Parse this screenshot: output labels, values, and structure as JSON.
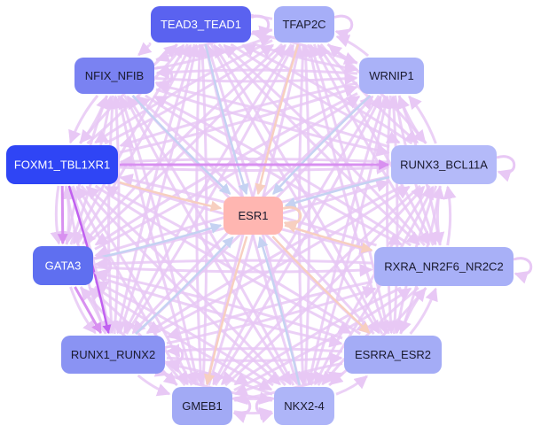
{
  "graph": {
    "colors": {
      "edge_default": "#e8c8f5",
      "edge_blue": "#c5d2f2",
      "edge_peach": "#f7cfc0",
      "edge_strong": "#c060f0",
      "edge_medium": "#d890f0",
      "text_light": "#ffffff",
      "text_dark": "#1a1a2e"
    },
    "nodes": [
      {
        "id": "tead3",
        "label": "TEAD3_TEAD1",
        "fill": "#5a62f0",
        "text": "light",
        "self_loop": "right"
      },
      {
        "id": "tfap2c",
        "label": "TFAP2C",
        "fill": "#a6aef8",
        "text": "dark",
        "self_loop": "right"
      },
      {
        "id": "nfix",
        "label": "NFIX_NFIB",
        "fill": "#7a82f2",
        "text": "dark",
        "self_loop": "right"
      },
      {
        "id": "wrnip1",
        "label": "WRNIP1",
        "fill": "#aab2f8",
        "text": "dark",
        "self_loop": ""
      },
      {
        "id": "foxm1",
        "label": "FOXM1_TBL1XR1",
        "fill": "#2f45f5",
        "text": "light",
        "self_loop": ""
      },
      {
        "id": "runx3",
        "label": "RUNX3_BCL11A",
        "fill": "#b4baf9",
        "text": "dark",
        "self_loop": "right"
      },
      {
        "id": "esr1",
        "label": "ESR1",
        "fill": "#ffb6b1",
        "text": "dark",
        "self_loop": "right"
      },
      {
        "id": "gata3",
        "label": "GATA3",
        "fill": "#5f6ff0",
        "text": "light",
        "self_loop": "right"
      },
      {
        "id": "rxra",
        "label": "RXRA_NR2F6_NR2C2",
        "fill": "#a8b0f7",
        "text": "dark",
        "self_loop": "right"
      },
      {
        "id": "runx1",
        "label": "RUNX1_RUNX2",
        "fill": "#8a93f3",
        "text": "dark",
        "self_loop": "right"
      },
      {
        "id": "esrra",
        "label": "ESRRA_ESR2",
        "fill": "#a4acf6",
        "text": "dark",
        "self_loop": ""
      },
      {
        "id": "gmeb1",
        "label": "GMEB1",
        "fill": "#a2aaf5",
        "text": "dark",
        "self_loop": "right"
      },
      {
        "id": "nkx24",
        "label": "NKX2-4",
        "fill": "#aeb5f8",
        "text": "dark",
        "self_loop": "left"
      }
    ],
    "hub_edges": [
      {
        "source": "tead3",
        "target": "esr1",
        "color": "blue"
      },
      {
        "source": "tfap2c",
        "target": "esr1",
        "color": "peach"
      },
      {
        "source": "nfix",
        "target": "esr1",
        "color": "blue"
      },
      {
        "source": "wrnip1",
        "target": "esr1",
        "color": "blue"
      },
      {
        "source": "foxm1",
        "target": "esr1",
        "color": "peach"
      },
      {
        "source": "runx3",
        "target": "esr1",
        "color": "blue"
      },
      {
        "source": "gata3",
        "target": "esr1",
        "color": "blue"
      },
      {
        "source": "esr1",
        "target": "rxra",
        "color": "peach"
      },
      {
        "source": "runx1",
        "target": "esr1",
        "color": "blue"
      },
      {
        "source": "esr1",
        "target": "esrra",
        "color": "peach"
      },
      {
        "source": "esr1",
        "target": "gmeb1",
        "color": "peach"
      },
      {
        "source": "nkx24",
        "target": "esr1",
        "color": "blue"
      }
    ],
    "strong_edges": [
      {
        "source": "foxm1",
        "target": "gata3",
        "color": "medium"
      },
      {
        "source": "foxm1",
        "target": "runx1",
        "color": "strong"
      },
      {
        "source": "gata3",
        "target": "runx1",
        "color": "medium"
      },
      {
        "source": "foxm1",
        "target": "runx3",
        "color": "medium"
      }
    ]
  }
}
